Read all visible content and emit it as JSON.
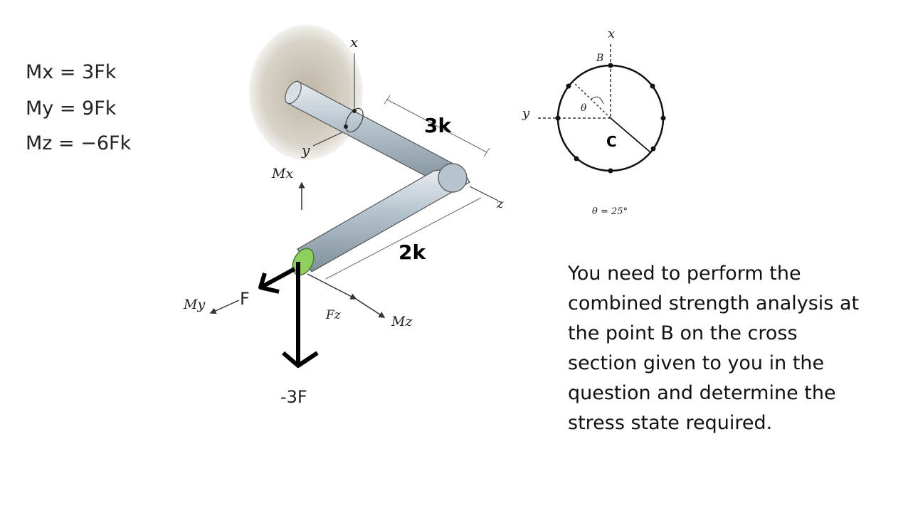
{
  "moments": {
    "mx": "Mx = 3Fk",
    "my": "My = 9Fk",
    "mz": "Mz = −6Fk"
  },
  "pipe_figure": {
    "axis_x": "x",
    "axis_y": "y",
    "axis_z": "z",
    "label_Mx": "Mx",
    "label_My": "My",
    "label_Mz": "Mz",
    "label_Fz": "Fz",
    "label_F": "F",
    "label_neg3F": "-3F",
    "dim_top": "3k",
    "dim_bottom": "2k"
  },
  "section_figure": {
    "axis_x": "x",
    "axis_y": "y",
    "point_B": "B",
    "angle_symbol": "θ",
    "point_C": "C",
    "theta_note": "θ = 25°"
  },
  "task_text": "You need to perform the combined strength analysis at the point B on the cross section given to you in the question and determine the stress state required.",
  "colors": {
    "pipe_fill": "#b9c6cf",
    "wall_shade": "#c9c2b3",
    "end_cap": "#8fcf5f"
  }
}
